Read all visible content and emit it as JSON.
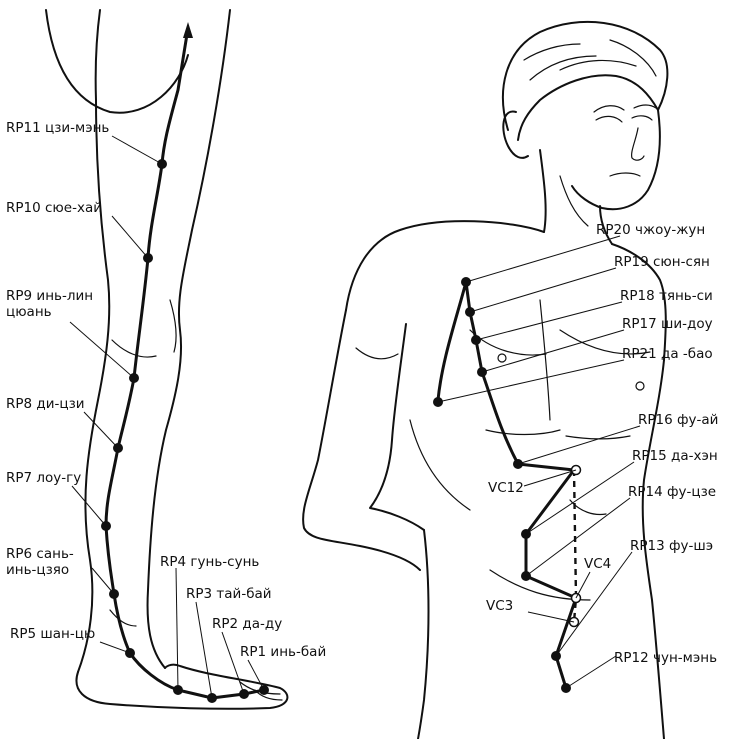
{
  "leg_points": [
    {
      "code": "RP11",
      "name": "цзи-мэнь",
      "id": "rp11"
    },
    {
      "code": "RP10",
      "name": "сюе-хай",
      "id": "rp10"
    },
    {
      "code": "RP9",
      "name": "инь-лин",
      "name2": "цюань",
      "id": "rp9"
    },
    {
      "code": "RP8",
      "name": "ди-цзи",
      "id": "rp8"
    },
    {
      "code": "RP7",
      "name": "лоу-гу",
      "id": "rp7"
    },
    {
      "code": "RP6",
      "name": "сань-",
      "name2": "инь-цзяо",
      "id": "rp6"
    },
    {
      "code": "RP5",
      "name": "шан-цю",
      "id": "rp5"
    },
    {
      "code": "RP4",
      "name": "гунь-сунь",
      "id": "rp4"
    },
    {
      "code": "RP3",
      "name": "тай-бай",
      "id": "rp3"
    },
    {
      "code": "RP2",
      "name": "да-ду",
      "id": "rp2"
    },
    {
      "code": "RP1",
      "name": "инь-бай",
      "id": "rp1"
    }
  ],
  "torso_points": [
    {
      "code": "RP20",
      "name": "чжоу-жун",
      "id": "rp20"
    },
    {
      "code": "RP19",
      "name": "сюн-сян",
      "id": "rp19"
    },
    {
      "code": "RP18",
      "name": "тянь-си",
      "id": "rp18"
    },
    {
      "code": "RP17",
      "name": "ши-доу",
      "id": "rp17"
    },
    {
      "code": "RP21",
      "name": "да -бао",
      "id": "rp21"
    },
    {
      "code": "RP16",
      "name": "фу-ай",
      "id": "rp16"
    },
    {
      "code": "RP15",
      "name": "да-хэн",
      "id": "rp15"
    },
    {
      "code": "RP14",
      "name": "фу-цзе",
      "id": "rp14"
    },
    {
      "code": "RP13",
      "name": "фу-шэ",
      "id": "rp13"
    },
    {
      "code": "RP12",
      "name": "чун-мэнь",
      "id": "rp12"
    }
  ],
  "vc_points": [
    {
      "code": "VC12",
      "id": "vc12"
    },
    {
      "code": "VC4",
      "id": "vc4"
    },
    {
      "code": "VC3",
      "id": "vc3"
    }
  ]
}
